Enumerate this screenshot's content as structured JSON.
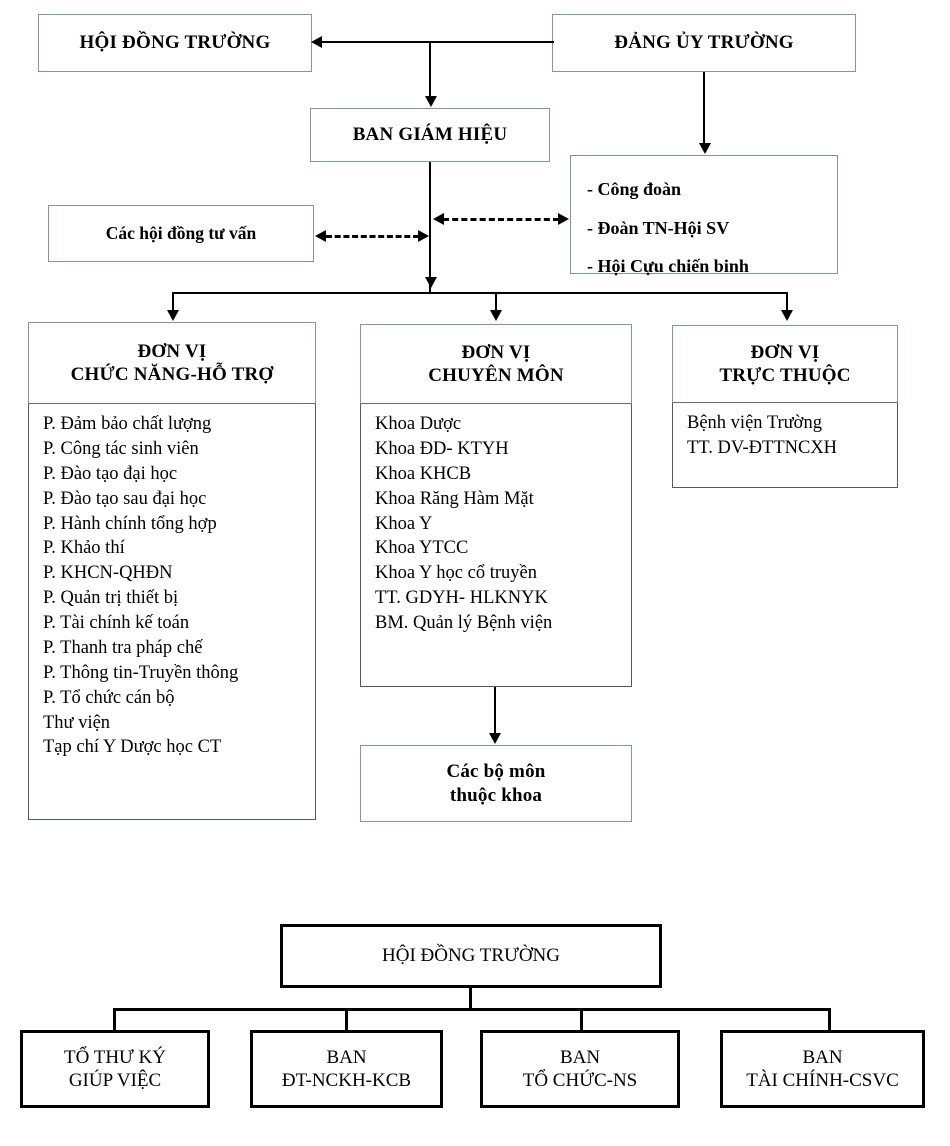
{
  "diagram": {
    "title": "So do to chuc truong",
    "top_section": {
      "council_box": {
        "label": "HỘI ĐỒNG TRƯỜNG"
      },
      "party_box": {
        "label": "ĐẢNG ỦY TRƯỜNG"
      },
      "board_box": {
        "label": "BAN GIÁM HIỆU"
      },
      "advisory_box": {
        "label": "Các hội đồng tư vấn"
      },
      "mass_organizations": {
        "items": [
          "- Công đoàn",
          "- Đoàn TN-Hội SV",
          "- Hội Cựu chiến binh"
        ]
      }
    },
    "units": [
      {
        "header_line1": "ĐƠN VỊ",
        "header_line2": "CHỨC NĂNG-HỖ TRỢ",
        "items": [
          "P. Đảm bảo chất lượng",
          "P. Công tác sinh viên",
          "P. Đào tạo đại học",
          "P. Đào tạo sau đại học",
          "P. Hành chính tổng hợp",
          "P. Khảo thí",
          "P. KHCN-QHĐN",
          "P. Quản trị thiết bị",
          "P. Tài chính kế toán",
          "P. Thanh tra pháp chế",
          "P. Thông tin-Truyền thông",
          "P. Tổ chức cán bộ",
          "Thư viện",
          "Tạp chí Y Dược học CT"
        ]
      },
      {
        "header_line1": "ĐƠN VỊ",
        "header_line2": "CHUYÊN MÔN",
        "items": [
          "Khoa Dược",
          "Khoa ĐD- KTYH",
          "Khoa KHCB",
          "Khoa Răng Hàm Mặt",
          "Khoa Y",
          "Khoa YTCC",
          "Khoa Y học cổ truyền",
          "TT. GDYH- HLKNYK",
          "BM. Quản lý Bệnh viện"
        ]
      },
      {
        "header_line1": "ĐƠN VỊ",
        "header_line2": "TRỰC THUỘC",
        "items": [
          "Bệnh viện Trường",
          "TT. DV-ĐTTNCXH"
        ]
      }
    ],
    "departments_box": {
      "line1": "Các bộ môn",
      "line2": "thuộc khoa"
    },
    "bottom_section": {
      "root": {
        "label": "HỘI ĐỒNG TRƯỜNG"
      },
      "children": [
        {
          "line1": "TỔ THƯ KÝ",
          "line2": "GIÚP VIỆC"
        },
        {
          "line1": "BAN",
          "line2": "ĐT-NCKH-KCB"
        },
        {
          "line1": "BAN",
          "line2": "TỔ CHỨC-NS"
        },
        {
          "line1": "BAN",
          "line2": "TÀI CHÍNH-CSVC"
        }
      ]
    }
  }
}
